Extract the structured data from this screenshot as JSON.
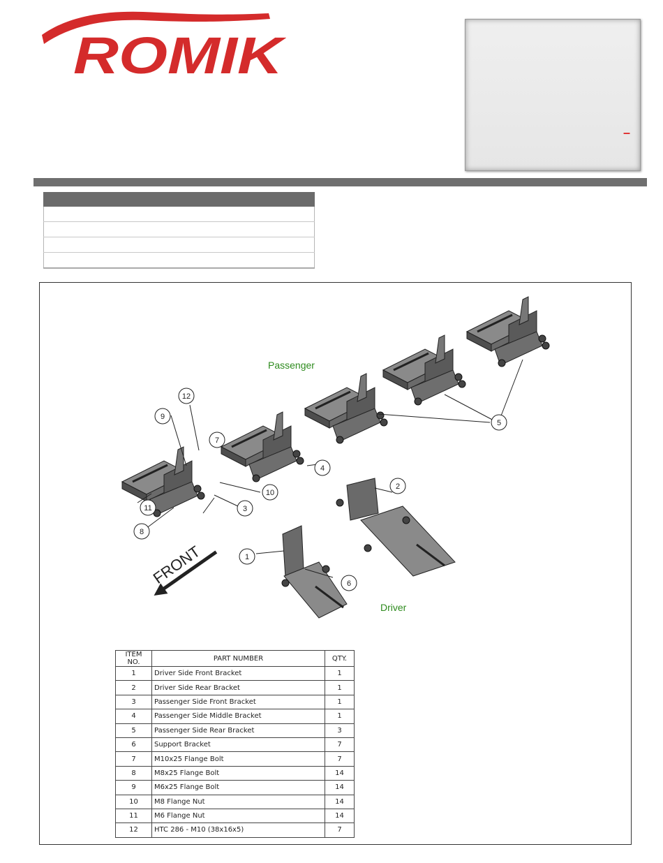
{
  "brand": {
    "name": "ROMIK",
    "color": "#d42b2b"
  },
  "product_box": {
    "mark": "–"
  },
  "spec_table": {
    "rows": 5
  },
  "diagram": {
    "labels": {
      "passenger": "Passenger",
      "driver": "Driver",
      "front": "FRONT"
    },
    "callouts": [
      "1",
      "2",
      "3",
      "4",
      "5",
      "6",
      "7",
      "8",
      "9",
      "10",
      "11",
      "12"
    ],
    "label_color": "#2e8b1e"
  },
  "parts_table": {
    "headers": {
      "item": "ITEM NO.",
      "part": "PART NUMBER",
      "qty": "QTY."
    },
    "rows": [
      {
        "item": "1",
        "part": "Driver Side Front Bracket",
        "qty": "1"
      },
      {
        "item": "2",
        "part": "Driver Side Rear Bracket",
        "qty": "1"
      },
      {
        "item": "3",
        "part": "Passenger Side Front Bracket",
        "qty": "1"
      },
      {
        "item": "4",
        "part": "Passenger Side Middle Bracket",
        "qty": "1"
      },
      {
        "item": "5",
        "part": "Passenger Side Rear Bracket",
        "qty": "3"
      },
      {
        "item": "6",
        "part": "Support Bracket",
        "qty": "7"
      },
      {
        "item": "7",
        "part": "M10x25 Flange Bolt",
        "qty": "7"
      },
      {
        "item": "8",
        "part": "M8x25 Flange Bolt",
        "qty": "14"
      },
      {
        "item": "9",
        "part": "M6x25 Flange Bolt",
        "qty": "14"
      },
      {
        "item": "10",
        "part": "M8 Flange Nut",
        "qty": "14"
      },
      {
        "item": "11",
        "part": "M6 Flange Nut",
        "qty": "14"
      },
      {
        "item": "12",
        "part": "HTC 286 - M10 (38x16x5)",
        "qty": "7"
      }
    ]
  }
}
